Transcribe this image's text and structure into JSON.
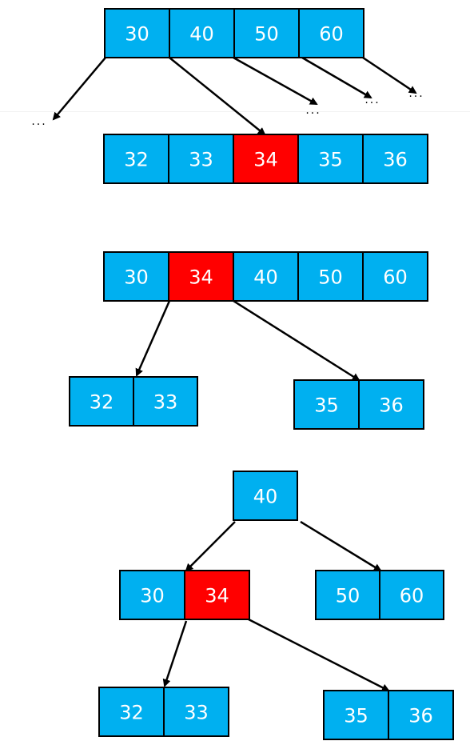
{
  "colors": {
    "node": "#00b0f0",
    "highlight": "#ff0000"
  },
  "ellipsis": "···",
  "stages": [
    {
      "nodes": [
        {
          "id": "s1-root",
          "keys": [
            "30",
            "40",
            "50",
            "60"
          ],
          "highlight": []
        },
        {
          "id": "s1-leaf",
          "keys": [
            "32",
            "33",
            "34",
            "35",
            "36"
          ],
          "highlight": [
            "34"
          ]
        }
      ]
    },
    {
      "nodes": [
        {
          "id": "s2-root",
          "keys": [
            "30",
            "34",
            "40",
            "50",
            "60"
          ],
          "highlight": [
            "34"
          ]
        },
        {
          "id": "s2-left",
          "keys": [
            "32",
            "33"
          ],
          "highlight": []
        },
        {
          "id": "s2-right",
          "keys": [
            "35",
            "36"
          ],
          "highlight": []
        }
      ]
    },
    {
      "nodes": [
        {
          "id": "s3-root",
          "keys": [
            "40"
          ],
          "highlight": []
        },
        {
          "id": "s3-mid-left",
          "keys": [
            "30",
            "34"
          ],
          "highlight": [
            "34"
          ]
        },
        {
          "id": "s3-mid-right",
          "keys": [
            "50",
            "60"
          ],
          "highlight": []
        },
        {
          "id": "s3-leaf-left",
          "keys": [
            "32",
            "33"
          ],
          "highlight": []
        },
        {
          "id": "s3-leaf-right",
          "keys": [
            "35",
            "36"
          ],
          "highlight": []
        }
      ]
    }
  ]
}
